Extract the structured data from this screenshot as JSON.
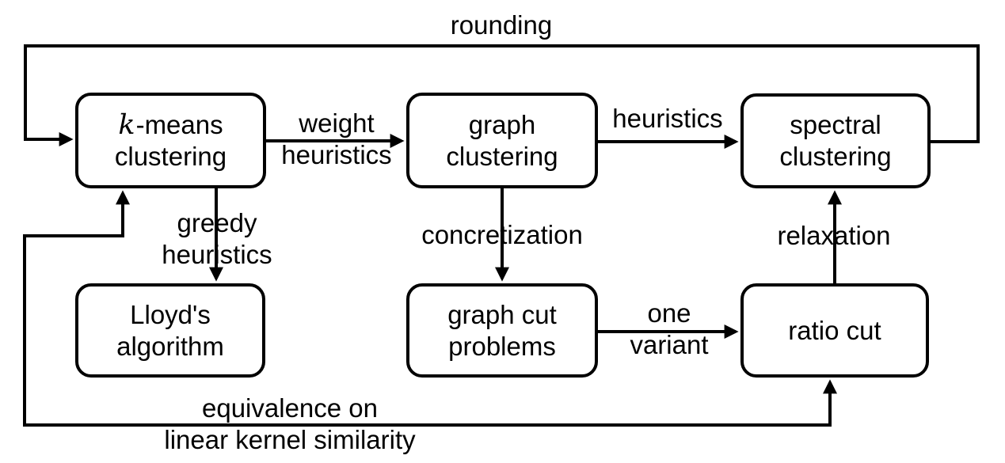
{
  "colors": {
    "background": "#ffffff",
    "stroke": "#000000",
    "text": "#000000",
    "box_fill": "#ffffff"
  },
  "boxes": {
    "kmeans": {
      "line1_math_k": "k",
      "line1_rest": "-means",
      "line2": "clustering"
    },
    "graph_clustering": {
      "line1": "graph",
      "line2": "clustering"
    },
    "spectral_clustering": {
      "line1": "spectral",
      "line2": "clustering"
    },
    "lloyds_algorithm": {
      "line1": "Lloyd's",
      "line2": "algorithm"
    },
    "graph_cut_problems": {
      "line1": "graph cut",
      "line2": "problems"
    },
    "ratio_cut": {
      "line1": "ratio cut"
    }
  },
  "edges": {
    "rounding": {
      "label": "rounding"
    },
    "weight_heuristics": {
      "line1": "weight",
      "line2": "heuristics"
    },
    "heuristics": {
      "label": "heuristics"
    },
    "greedy_heuristics": {
      "line1": "greedy",
      "line2": "heuristics"
    },
    "concretization": {
      "label": "concretization"
    },
    "one_variant": {
      "line1": "one",
      "line2": "variant"
    },
    "relaxation": {
      "label": "relaxation"
    },
    "equivalence": {
      "line1": "equivalence on",
      "line2": "linear kernel similarity"
    }
  }
}
